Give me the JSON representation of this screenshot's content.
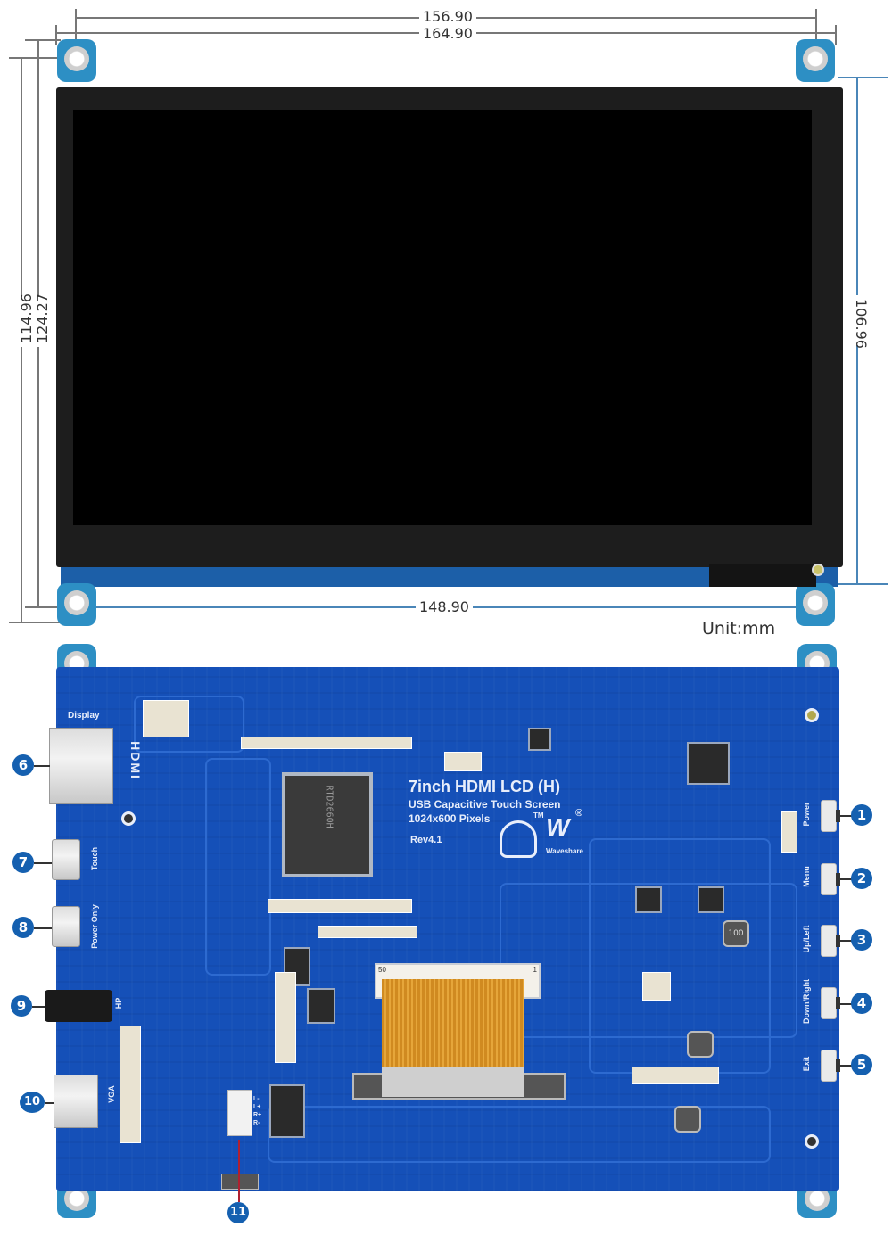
{
  "figure": {
    "title": "7inch HDMI LCD (H) dimensions and interface diagram",
    "unit_label": "Unit:mm",
    "colors": {
      "pcb_blue": "#1550b8",
      "callout_blue": "#1560b0",
      "screen_black": "#000000",
      "bezel": "#1d1d1d",
      "mount_blue": "#2d8fc4",
      "dimension_line_gray": "#777777",
      "dimension_line_blue": "#4a86b8"
    }
  },
  "dimensions": {
    "top_width_inner": "156.90",
    "top_width_outer": "164.90",
    "left_height_inner": "114.96",
    "left_height_outer": "124.27",
    "right_height": "106.96",
    "bottom_width": "148.90"
  },
  "board": {
    "title": "7inch HDMI LCD (H)",
    "subtitle": "USB Capacitive Touch Screen",
    "resolution": "1024x600 Pixels",
    "revision": "Rev4.1",
    "brand": "Waveshare",
    "tm_mark": "TM",
    "reg_mark": "®",
    "hdmi_logo": "HDMI",
    "main_chip": "RTD2660H",
    "ffc_pin_start": "50",
    "ffc_pin_end": "1",
    "inductor_label": "100",
    "speaker_pins": [
      "L-",
      "L+",
      "R+",
      "R-"
    ]
  },
  "callouts": [
    {
      "number": "1",
      "label": "Power"
    },
    {
      "number": "2",
      "label": "Menu"
    },
    {
      "number": "3",
      "label": "Up/Left"
    },
    {
      "number": "4",
      "label": "Down/Right"
    },
    {
      "number": "5",
      "label": "Exit"
    },
    {
      "number": "6",
      "label": "Display"
    },
    {
      "number": "7",
      "label": "Touch"
    },
    {
      "number": "8",
      "label": "Power Only"
    },
    {
      "number": "9",
      "label": "HP"
    },
    {
      "number": "10",
      "label": "VGA"
    },
    {
      "number": "11",
      "label": ""
    }
  ]
}
